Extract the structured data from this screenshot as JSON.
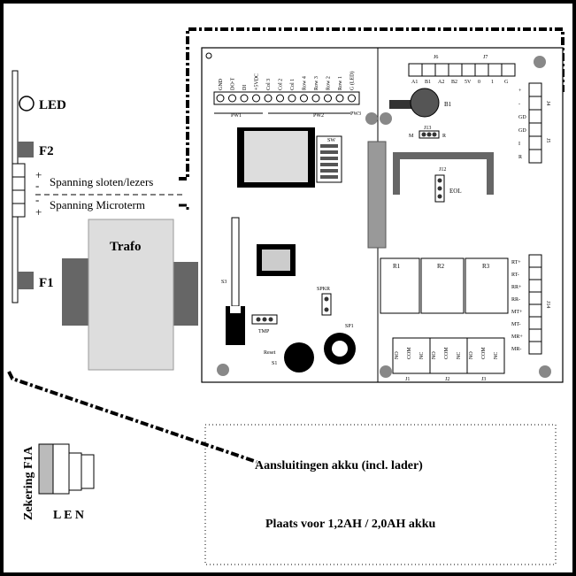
{
  "labels": {
    "led": "LED",
    "f2": "F2",
    "f1": "F1",
    "plus_top": "+",
    "minus_top": "-",
    "spanning_sloten": "Spanning sloten/lezers",
    "minus_bottom": "-",
    "plus_bottom": "+",
    "spanning_microterm": "Spanning Microterm",
    "trafo": "Trafo",
    "zekering": "Zekering F1A",
    "len": "L E N",
    "akku_aansluiting": "Aansluitingen akku (incl. lader)",
    "akku_plaats": "Plaats voor 1,2AH / 2,0AH akku"
  },
  "board": {
    "top_terminals": [
      "GND",
      "DO-T",
      "DI",
      "+5VDC",
      "Col 3",
      "Col 2",
      "Col 1",
      "Row 4",
      "Row 3",
      "Row 2",
      "Row 1",
      "G (LED)"
    ],
    "pw1": "PW1",
    "pw2": "PW2",
    "pw3": "PW3",
    "j6": "J6",
    "j7": "J7",
    "j6_pins": [
      "A1",
      "B1",
      "A2",
      "B2",
      "5V",
      "0",
      "1",
      "G"
    ],
    "b1": "B1",
    "j13": "J13",
    "j13_m": "M",
    "j13_r": "R",
    "j12": "J12",
    "eol": "EOL",
    "right_pins": [
      "+",
      "-",
      "GD",
      "GD",
      "I",
      "R"
    ],
    "j4": "J4",
    "j5": "J5",
    "relays": [
      "R1",
      "R2",
      "R3"
    ],
    "j14_pins": [
      "RT+",
      "RT-",
      "RR+",
      "RR-",
      "MT+",
      "MT-",
      "MR+",
      "MR-"
    ],
    "j14": "J14",
    "s3": "S3",
    "tmp": "TMP",
    "spkr": "SPKR",
    "sp1": "SP1",
    "reset": "Reset",
    "s1": "S1",
    "bottom_terms": [
      "NO",
      "COM",
      "NC",
      "NO",
      "COM",
      "NC",
      "NO",
      "COM",
      "NC"
    ],
    "j1": "J1",
    "j2": "J2",
    "j3": "J3",
    "sw": "SW"
  }
}
